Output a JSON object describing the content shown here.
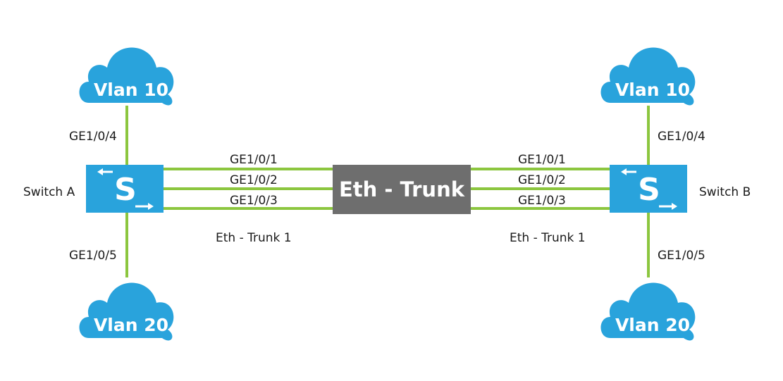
{
  "colors": {
    "link": "#8cc63f",
    "cloud": "#29a3dc",
    "switch": "#29a3dc",
    "trunk": "#6e6e6e",
    "text": "#1a1a1a"
  },
  "center": {
    "label": "Eth - Trunk"
  },
  "left": {
    "switch_name": "Switch A",
    "switch_glyph": "S",
    "top_cloud": "Vlan 10",
    "bottom_cloud": "Vlan 20",
    "uplink_port": "GE1/0/4",
    "downlink_port": "GE1/0/5",
    "member_ports": [
      "GE1/0/1",
      "GE1/0/2",
      "GE1/0/3"
    ],
    "trunk_name": "Eth - Trunk 1"
  },
  "right": {
    "switch_name": "Switch B",
    "switch_glyph": "S",
    "top_cloud": "Vlan 10",
    "bottom_cloud": "Vlan 20",
    "uplink_port": "GE1/0/4",
    "downlink_port": "GE1/0/5",
    "member_ports": [
      "GE1/0/1",
      "GE1/0/2",
      "GE1/0/3"
    ],
    "trunk_name": "Eth - Trunk 1"
  }
}
